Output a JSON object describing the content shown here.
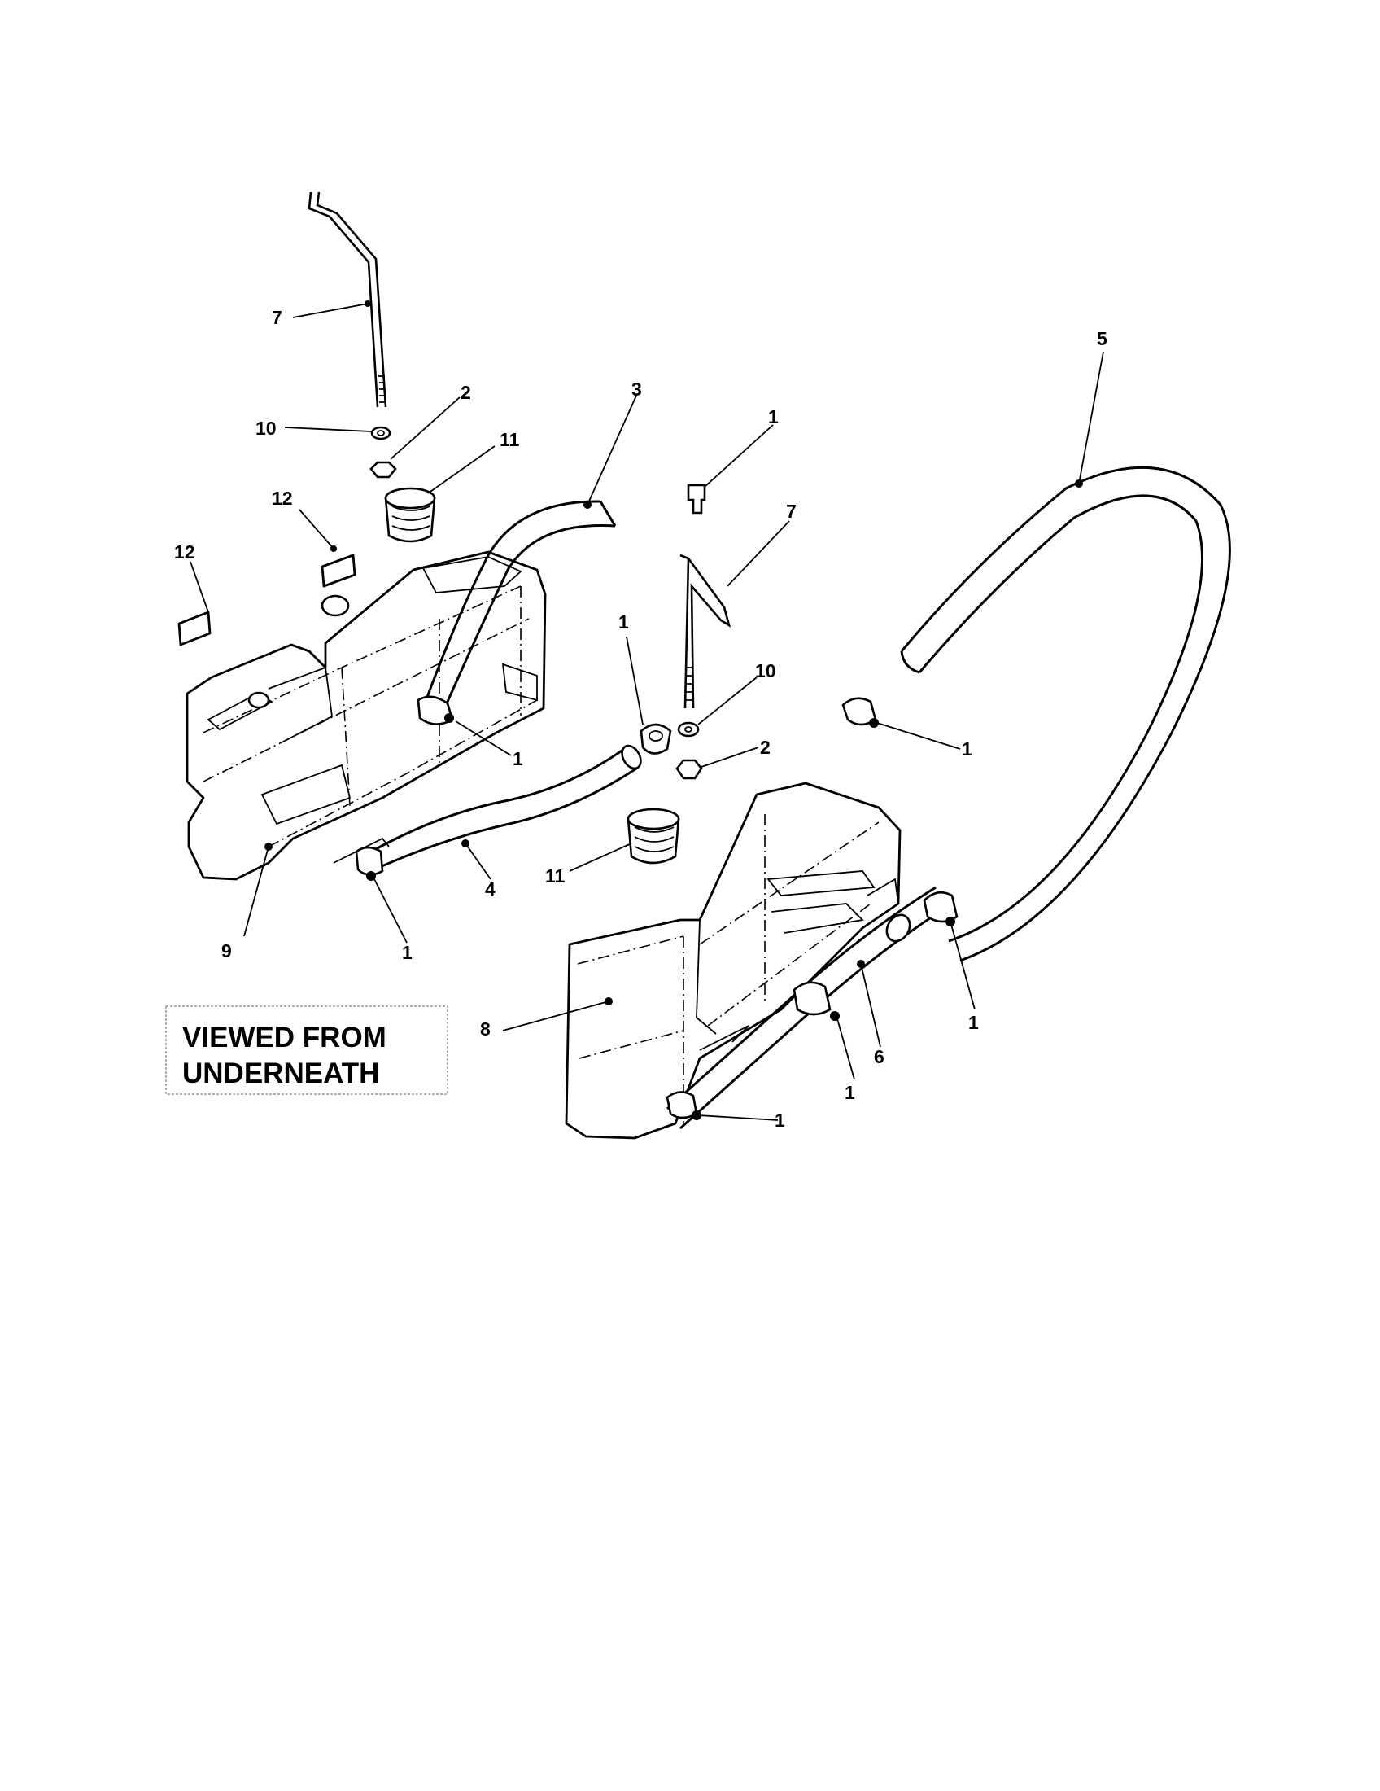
{
  "note": {
    "line1": "VIEWED FROM",
    "line2": "UNDERNEATH"
  },
  "callouts": [
    {
      "id": "c7a",
      "text": "7"
    },
    {
      "id": "c10a",
      "text": "10"
    },
    {
      "id": "c2a",
      "text": "2"
    },
    {
      "id": "c11a",
      "text": "11"
    },
    {
      "id": "c3",
      "text": "3"
    },
    {
      "id": "c12a",
      "text": "12"
    },
    {
      "id": "c12b",
      "text": "12"
    },
    {
      "id": "c1a",
      "text": "1"
    },
    {
      "id": "c9",
      "text": "9"
    },
    {
      "id": "c1b",
      "text": "1"
    },
    {
      "id": "c4",
      "text": "4"
    },
    {
      "id": "c1c",
      "text": "1"
    },
    {
      "id": "c7b",
      "text": "7"
    },
    {
      "id": "c1d",
      "text": "1"
    },
    {
      "id": "c10b",
      "text": "10"
    },
    {
      "id": "c2b",
      "text": "2"
    },
    {
      "id": "c11b",
      "text": "11"
    },
    {
      "id": "c5",
      "text": "5"
    },
    {
      "id": "c1e",
      "text": "1"
    },
    {
      "id": "c1f",
      "text": "1"
    },
    {
      "id": "c6",
      "text": "6"
    },
    {
      "id": "c1g",
      "text": "1"
    },
    {
      "id": "c1h",
      "text": "1"
    },
    {
      "id": "c8",
      "text": "8"
    }
  ]
}
